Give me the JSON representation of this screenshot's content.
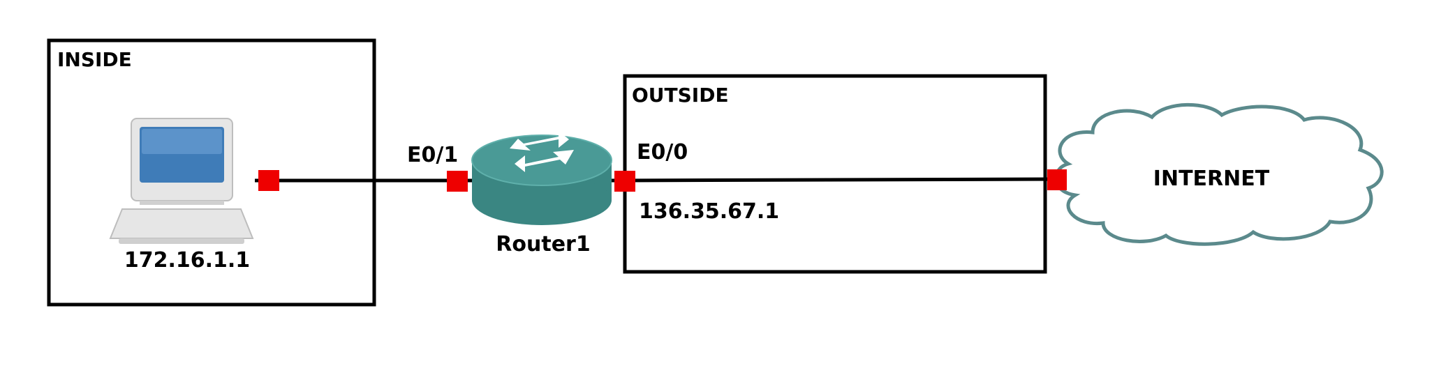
{
  "zones": {
    "inside_label": "INSIDE",
    "outside_label": "OUTSIDE"
  },
  "devices": {
    "pc": {
      "icon": "laptop-computer-icon",
      "ip": "172.16.1.1"
    },
    "router": {
      "icon": "router-icon",
      "name": "Router1"
    },
    "cloud": {
      "icon": "cloud-icon",
      "label": "INTERNET"
    }
  },
  "interfaces": {
    "inside_port": "E0/1",
    "outside_port": "E0/0",
    "outside_ip": "136.35.67.1"
  },
  "colors": {
    "port": "#ee0000",
    "router_top": "#4a9a96",
    "router_body": "#3a8682",
    "cloud_stroke": "#5b8a8c",
    "zone_border": "#000000"
  }
}
